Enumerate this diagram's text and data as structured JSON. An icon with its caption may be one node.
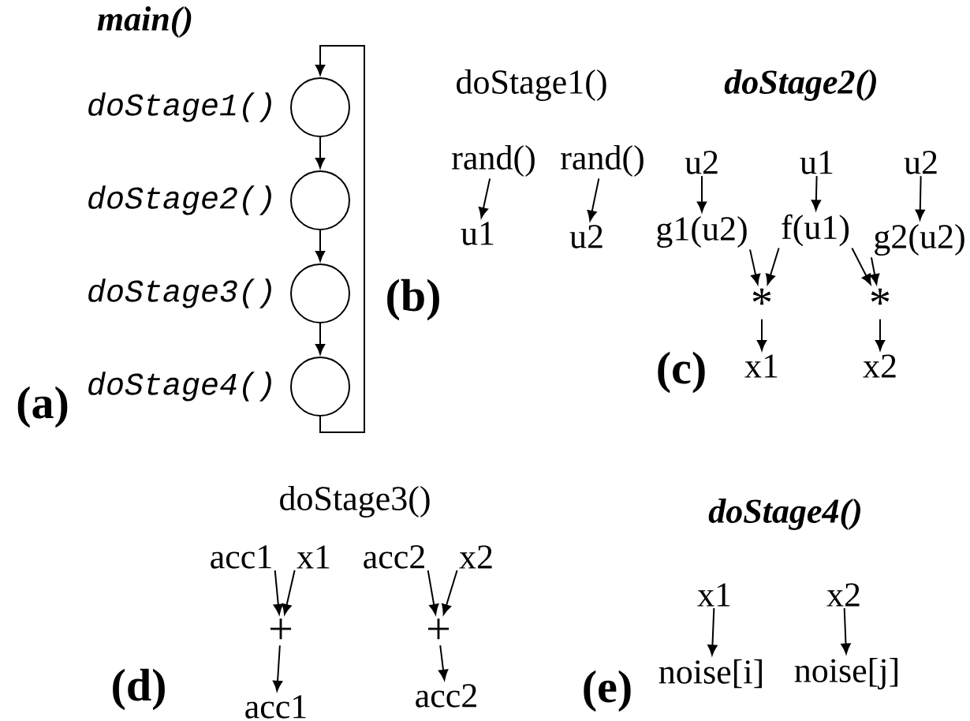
{
  "diagram": {
    "nodes": [
      {
        "text": [],
        "shape": "circle",
        "beside": [
          "doStage1()"
        ]
      },
      {
        "text": [],
        "shape": "circle",
        "beside": [
          "doStage2()"
        ]
      },
      {
        "text": [],
        "shape": "circle",
        "beside": [
          "doStage3()"
        ]
      },
      {
        "text": [],
        "shape": "circle",
        "beside": [
          "doStage4()"
        ]
      },
      {
        "text": [
          "rand()"
        ]
      },
      {
        "text": [
          "rand()"
        ]
      },
      {
        "text": [
          "u1"
        ]
      },
      {
        "text": [
          "u2"
        ]
      },
      {
        "text": [
          "u2"
        ]
      },
      {
        "text": [
          "u1"
        ]
      },
      {
        "text": [
          "u2"
        ]
      },
      {
        "text": [
          "g1(u2)"
        ]
      },
      {
        "text": [
          "f(u1)"
        ]
      },
      {
        "text": [
          "g2(u2)"
        ]
      },
      {
        "text": [
          "*"
        ]
      },
      {
        "text": [
          "*"
        ]
      },
      {
        "text": [
          "x1"
        ]
      },
      {
        "text": [
          "x2"
        ]
      },
      {
        "text": [
          "acc1"
        ]
      },
      {
        "text": [
          "x1"
        ]
      },
      {
        "text": [
          "acc2"
        ]
      },
      {
        "text": [
          "x2"
        ]
      },
      {
        "text": [
          "+"
        ]
      },
      {
        "text": [
          "+"
        ]
      },
      {
        "text": [
          "acc1"
        ]
      },
      {
        "text": [
          "acc2"
        ]
      },
      {
        "text": [
          "x1"
        ]
      },
      {
        "text": [
          "x2"
        ]
      },
      {
        "text": [
          "noise[i]"
        ]
      },
      {
        "text": [
          "noise[j]"
        ]
      }
    ],
    "edges": [
      {
        "from": 0,
        "to": 1,
        "arrow": "to"
      },
      {
        "from": 1,
        "to": 2,
        "arrow": "to"
      },
      {
        "from": 2,
        "to": 3,
        "arrow": "to"
      },
      {
        "from": 3,
        "to": 0,
        "arrow": "to"
      },
      {
        "from": 4,
        "to": 6,
        "arrow": "to"
      },
      {
        "from": 5,
        "to": 7,
        "arrow": "to"
      },
      {
        "from": 8,
        "to": 11,
        "arrow": "to"
      },
      {
        "from": 9,
        "to": 12,
        "arrow": "to"
      },
      {
        "from": 10,
        "to": 13,
        "arrow": "to"
      },
      {
        "from": 11,
        "to": 14,
        "arrow": "to"
      },
      {
        "from": 12,
        "to": 14,
        "arrow": "to"
      },
      {
        "from": 12,
        "to": 15,
        "arrow": "to"
      },
      {
        "from": 13,
        "to": 15,
        "arrow": "to"
      },
      {
        "from": 14,
        "to": 16,
        "arrow": "to"
      },
      {
        "from": 15,
        "to": 17,
        "arrow": "to"
      },
      {
        "from": 18,
        "to": 22,
        "arrow": "to"
      },
      {
        "from": 19,
        "to": 22,
        "arrow": "to"
      },
      {
        "from": 20,
        "to": 23,
        "arrow": "to"
      },
      {
        "from": 21,
        "to": 23,
        "arrow": "to"
      },
      {
        "from": 22,
        "to": 24,
        "arrow": "to"
      },
      {
        "from": 23,
        "to": 25,
        "arrow": "to"
      },
      {
        "from": 26,
        "to": 28,
        "arrow": "to"
      },
      {
        "from": 27,
        "to": 29,
        "arrow": "to"
      }
    ],
    "labels": [
      "main()",
      "doStage1()",
      "doStage2()",
      "(b)",
      "(a)",
      "(c)",
      "doStage3()",
      "doStage4()",
      "(d)",
      "(e)"
    ]
  }
}
